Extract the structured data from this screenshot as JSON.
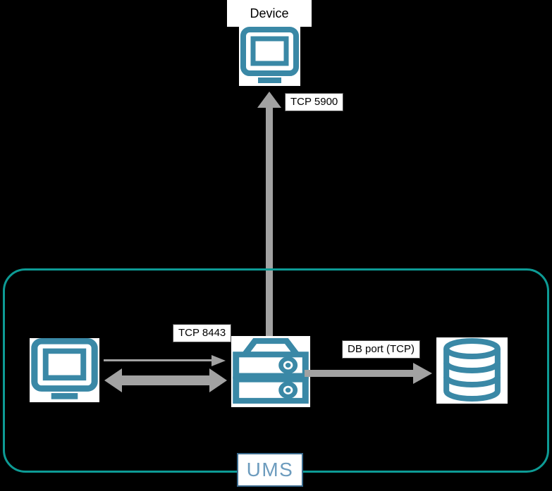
{
  "colors": {
    "background": "#000000",
    "icon_teal": "#3a88a6",
    "group_border_teal": "#0d9b95",
    "arrow_gray": "#a2a2a2",
    "label_background": "#ffffff",
    "label_text": "#000000",
    "ums_label_border": "#3a698c",
    "ums_label_text": "#6d9cbe"
  },
  "nodes": {
    "device": {
      "label": "Device",
      "icon": "monitor-icon"
    },
    "admin_console": {
      "icon": "monitor-icon"
    },
    "ums_server": {
      "icon": "server-icon"
    },
    "database": {
      "icon": "database-icon"
    }
  },
  "edges": {
    "vnc": {
      "label": "TCP 5900",
      "direction": "ums_server to device",
      "style": "thick-up-arrow"
    },
    "console": {
      "label": "TCP 8443",
      "direction": "admin_console to ums_server",
      "style": "thin-right-arrow"
    },
    "console_sync": {
      "direction": "admin_console both-ways ums_server",
      "style": "thick-double-arrow"
    },
    "db": {
      "label": "DB port (TCP)",
      "direction": "ums_server to database",
      "style": "thick-right-arrow"
    }
  },
  "group": {
    "label": "UMS"
  }
}
